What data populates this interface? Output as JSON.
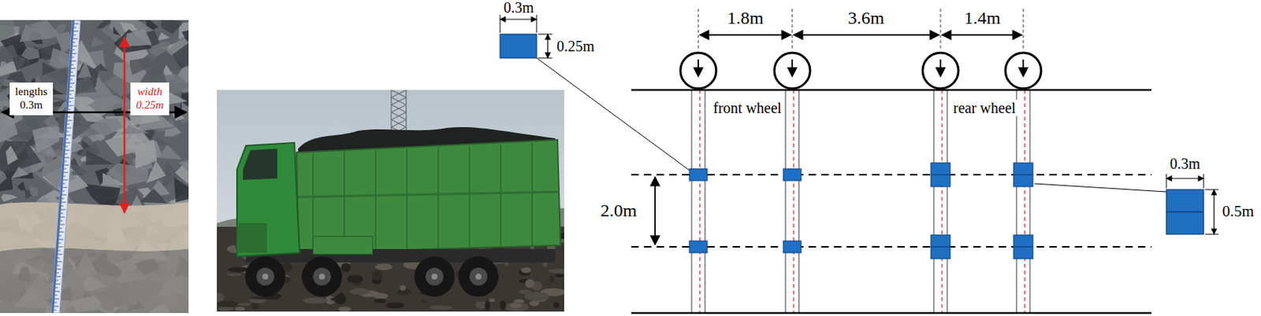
{
  "diagram": {
    "nodes": [
      {
        "text": [
          "lengths 0.3m"
        ]
      },
      {
        "text": [
          "width 0.25m"
        ]
      }
    ],
    "labels": [
      "0.3m",
      "0.25m",
      "1.8m",
      "3.6m",
      "1.4m",
      "front wheel",
      "rear wheel",
      "2.0m",
      "0.3m",
      "0.5m"
    ]
  }
}
